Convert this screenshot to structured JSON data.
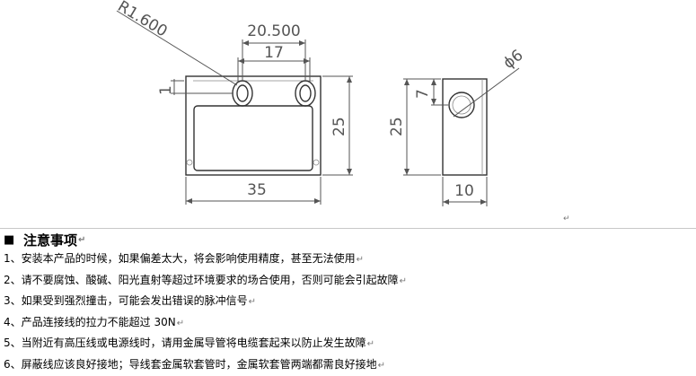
{
  "drawing": {
    "dims": {
      "radius": "R1.600",
      "overall_width": "20.500",
      "hole_spacing": "17",
      "hole_offset": "1",
      "front_height": "25",
      "front_width": "35",
      "side_height": "25",
      "hole_height": "7",
      "hole_diameter": "ϕ6",
      "side_width": "10"
    }
  },
  "notes": {
    "bullet": "■",
    "title": "注意事项",
    "mark": "↵",
    "items": [
      {
        "num": "1、",
        "text": "安装本产品的时候，如果偏差太大，将会影响使用精度，甚至无法使用"
      },
      {
        "num": "2、",
        "text": "请不要腐蚀、酸碱、阳光直射等超过环境要求的场合使用，否则可能会引起故障"
      },
      {
        "num": "3、",
        "text": "如果受到强烈撞击，可能会发出错误的脉冲信号"
      },
      {
        "num": "4、",
        "text": "产品连接线的拉力不能超过 30N"
      },
      {
        "num": "5、",
        "text": "当附近有高压线或电源线时，请用金属导管将电缆套起来以防止发生故障"
      },
      {
        "num": "6、",
        "text": "屏蔽线应该良好接地；导线套金属软套管时，金属软套管两端都需良好接地"
      }
    ]
  }
}
